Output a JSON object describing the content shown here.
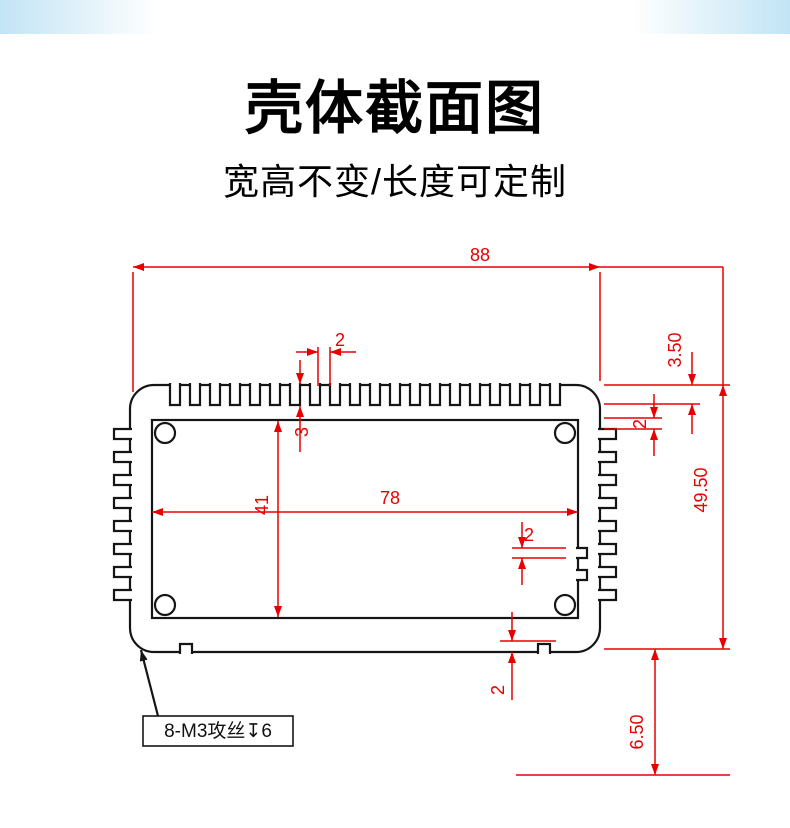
{
  "page": {
    "title": "壳体截面图",
    "subtitle": "宽高不变/长度可定制"
  },
  "drawing": {
    "note_tapped_holes": "8-M3攻丝↧6",
    "dims": {
      "overall_width": "88",
      "top_fin_pitch": "2",
      "top_fin_height": "3",
      "top_wall_thickness": "3.50",
      "right_groove": "2",
      "inner_width": "78",
      "inner_height": "41",
      "overall_height": "49.50",
      "side_groove": "2",
      "bottom_groove": "2",
      "bottom_section": "6.50"
    },
    "colors": {
      "dimension_red": "#e80000",
      "outline_black": "#151515",
      "banner_blue": "#c2e4f5"
    }
  }
}
